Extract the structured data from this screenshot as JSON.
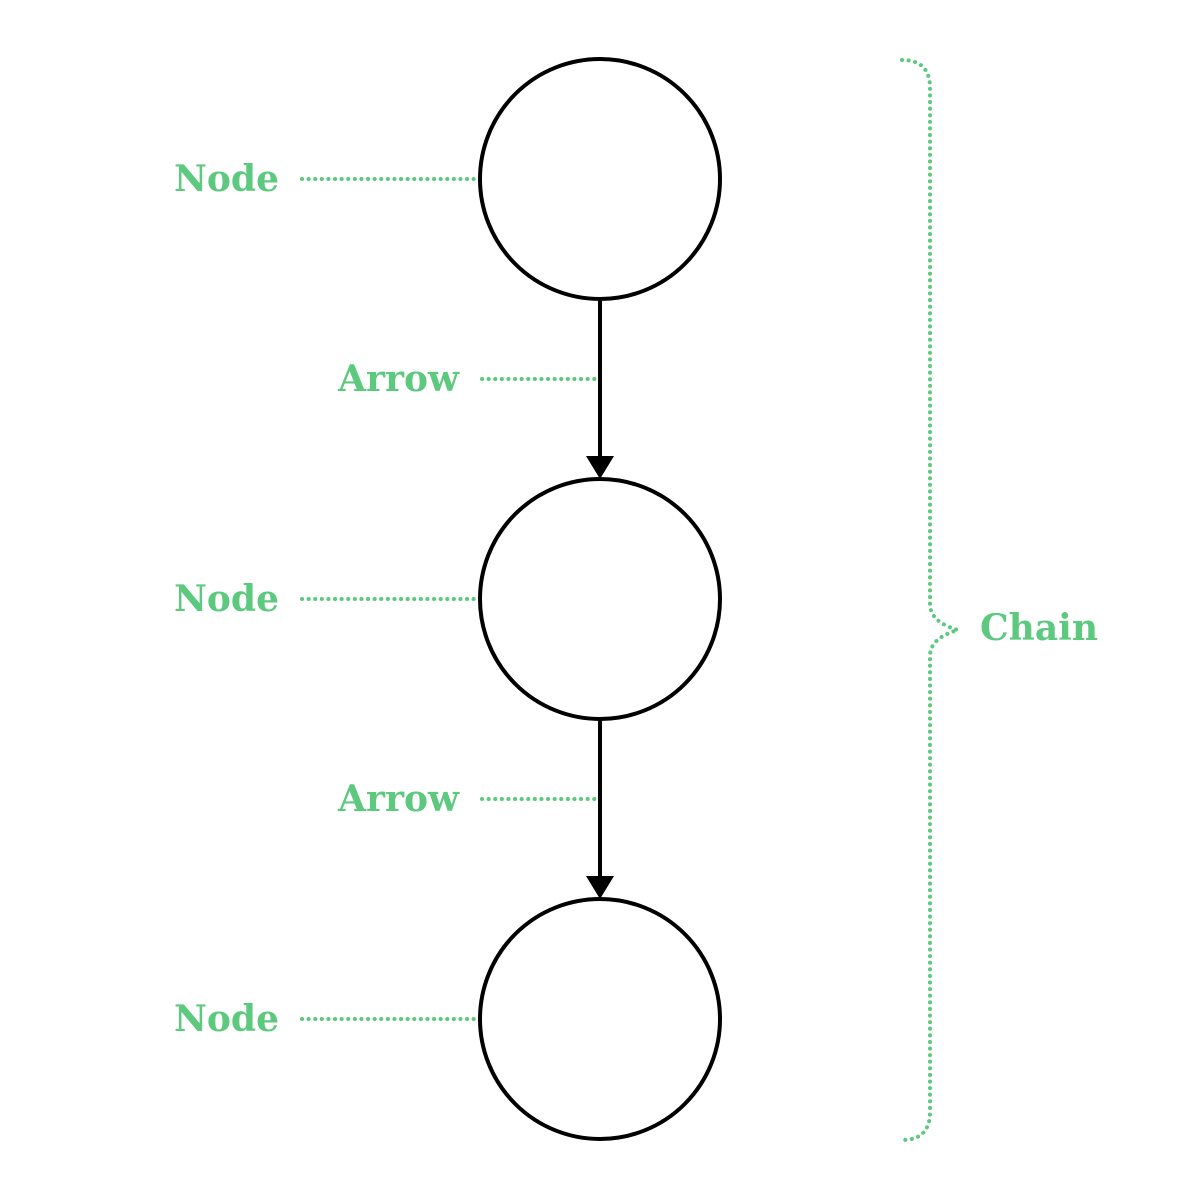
{
  "colors": {
    "background": "#ffffff",
    "stroke": "#000000",
    "annotation": "#5cc97e"
  },
  "diagram": {
    "nodes": [
      {
        "label": "Node"
      },
      {
        "label": "Node"
      },
      {
        "label": "Node"
      }
    ],
    "arrows": [
      {
        "label": "Arrow"
      },
      {
        "label": "Arrow"
      }
    ],
    "brace": {
      "label": "Chain"
    }
  }
}
